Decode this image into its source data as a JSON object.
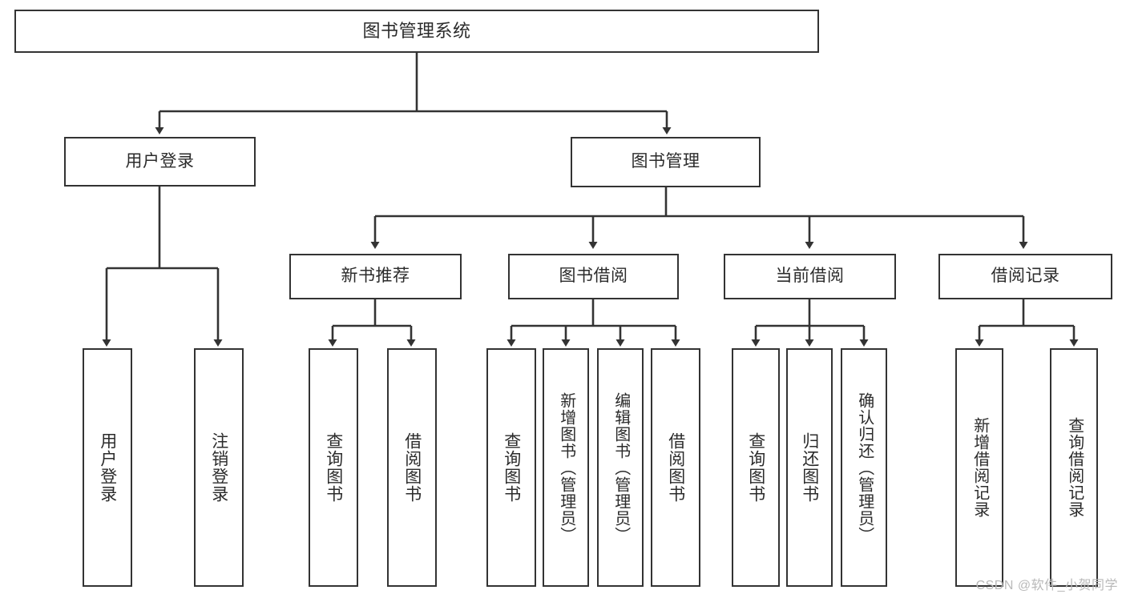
{
  "diagram": {
    "type": "tree",
    "title_label": "图书管理系统",
    "colors": {
      "background": "#ffffff",
      "box_border": "#333333",
      "box_fill": "#ffffff",
      "text": "#2b2b2b",
      "connector": "#333333",
      "watermark": "#b9b9b9"
    },
    "root": {
      "label": "图书管理系统"
    },
    "level1": [
      {
        "label": "用户登录"
      },
      {
        "label": "图书管理"
      }
    ],
    "level2": [
      {
        "label": "新书推荐"
      },
      {
        "label": "图书借阅"
      },
      {
        "label": "当前借阅"
      },
      {
        "label": "借阅记录"
      }
    ],
    "leaves": {
      "user_login": [
        {
          "label": "用户登录"
        },
        {
          "label": "注销登录"
        }
      ],
      "new_book_recommend": [
        {
          "label": "查询图书"
        },
        {
          "label": "借阅图书"
        }
      ],
      "book_borrow": [
        {
          "label": "查询图书"
        },
        {
          "label": "新增图书（管理员）"
        },
        {
          "label": "编辑图书（管理员）"
        },
        {
          "label": "借阅图书"
        }
      ],
      "current_borrow": [
        {
          "label": "查询图书"
        },
        {
          "label": "归还图书"
        },
        {
          "label": "确认归还（管理员）"
        }
      ],
      "borrow_record": [
        {
          "label": "新增借阅记录"
        },
        {
          "label": "查询借阅记录"
        }
      ]
    }
  },
  "watermark": {
    "text": "CSDN @软件_小贺同学"
  }
}
